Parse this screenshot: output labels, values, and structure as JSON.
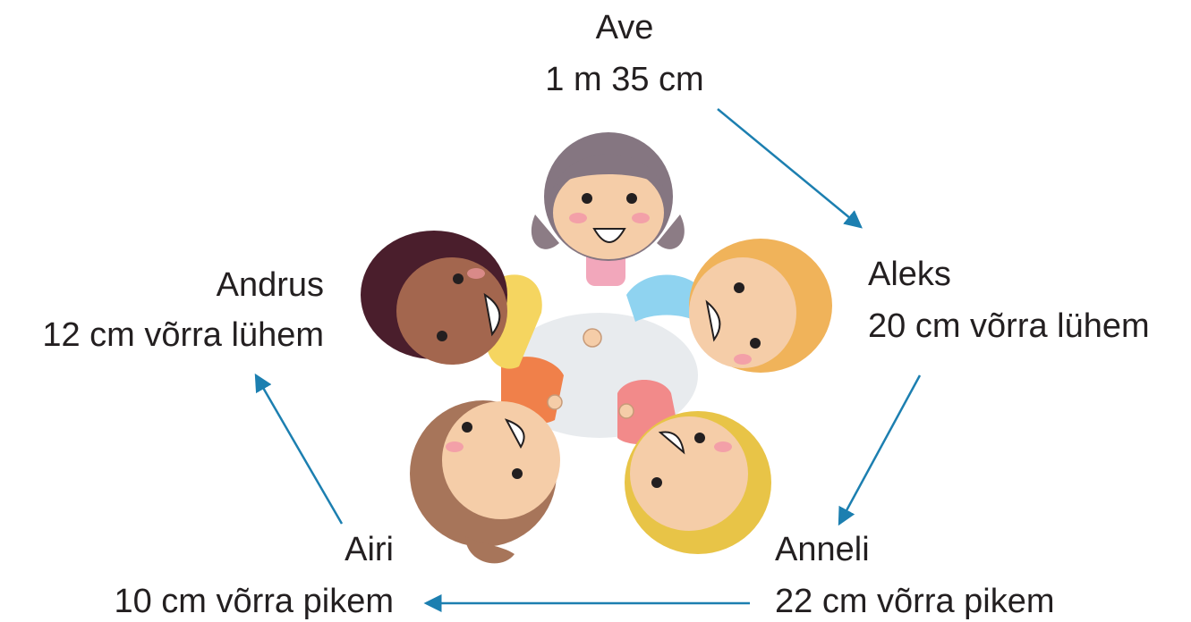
{
  "children": [
    {
      "id": "ave",
      "name": "Ave",
      "height": "1 m 35 cm"
    },
    {
      "id": "aleks",
      "name": "Aleks",
      "height": "20 cm võrra lühem"
    },
    {
      "id": "anneli",
      "name": "Anneli",
      "height": "22 cm võrra pikem"
    },
    {
      "id": "airi",
      "name": "Airi",
      "height": "10 cm võrra pikem"
    },
    {
      "id": "andrus",
      "name": "Andrus",
      "height": "12 cm võrra lühem"
    }
  ],
  "colors": {
    "arrow": "#1c7fb0",
    "text": "#231f20"
  },
  "illustration": "five children standing in a circle holding hands, viewed from above"
}
